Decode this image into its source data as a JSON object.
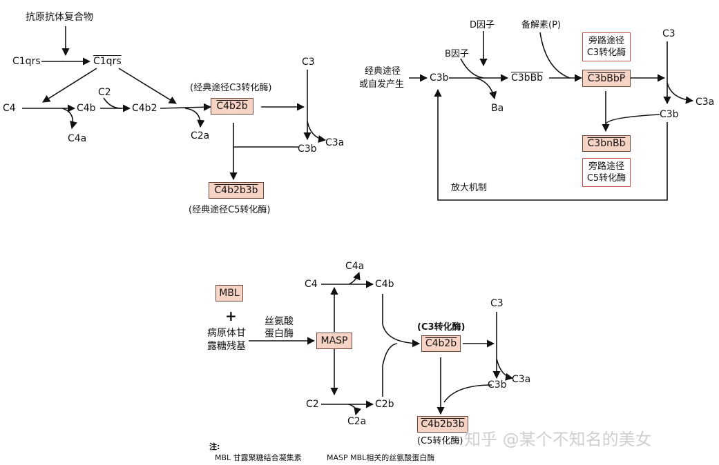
{
  "classical": {
    "immune_complex": "抗原抗体复合物",
    "c1qrs": "C1qrs",
    "c1qrs_active": "C1qrs",
    "c4": "C4",
    "c4b": "C4b",
    "c4a": "C4a",
    "c2": "C2",
    "c4b2": "C4b2",
    "c2a": "C2a",
    "c3_convertase_label": "(经典途径C3转化酶)",
    "c4b2b": "C4b2b",
    "c3": "C3",
    "c3a": "C3a",
    "c3b": "C3b",
    "c4b2b3b": "C4b2b3b",
    "c5_convertase_label": "(经典途径C5转化酶)"
  },
  "alternative": {
    "factor_d": "D因子",
    "properdin": "备解素(P)",
    "factor_b": "B因子",
    "source_line1": "经典途径",
    "source_line2": "或自发产生",
    "c3b": "C3b",
    "c3bbb": "C3bBb",
    "ba": "Ba",
    "c3bbbp": "C3bBbP",
    "c3_conv_line1": "旁路途径",
    "c3_conv_line2": "C3转化酶",
    "c3": "C3",
    "c3a": "C3a",
    "c3b_out": "C3b",
    "c3bnbb": "C3bnBb",
    "c5_conv_line1": "旁路途径",
    "c5_conv_line2": "C5转化酶",
    "amplification": "放大机制"
  },
  "lectin": {
    "mbl": "MBL",
    "plus": "+",
    "pathogen_line1": "病原体甘",
    "pathogen_line2": "露糖残基",
    "serine_line1": "丝氨酸",
    "serine_line2": "蛋白酶",
    "masp": "MASP",
    "c4": "C4",
    "c4a": "C4a",
    "c4b": "C4b",
    "c2": "C2",
    "c2a": "C2a",
    "c2b": "C2b",
    "c3_convertase_label": "(C3转化酶)",
    "c4b2b": "C4b2b",
    "c3": "C3",
    "c3b": "C3b",
    "c3a": "C3a",
    "c4b2b3b": "C4b2b3b",
    "c5_convertase_label": "(C5转化酶)"
  },
  "notes": {
    "heading": "注:",
    "mbl_def": "MBL  甘露聚糖结合凝集素",
    "masp_def": "MASP  MBL相关的丝氨酸蛋白酶"
  },
  "watermark": "知乎 @某个不知名的美女"
}
